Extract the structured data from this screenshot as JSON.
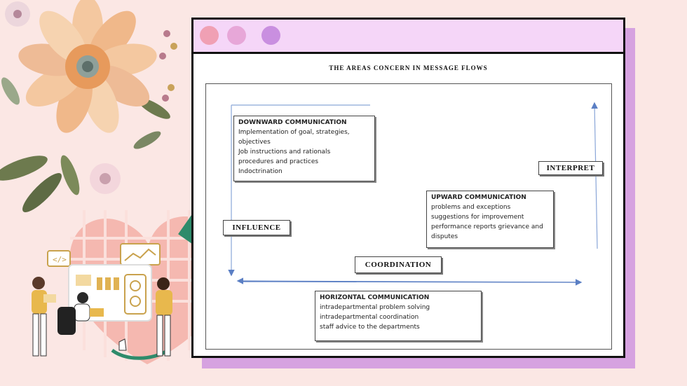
{
  "window": {
    "dots": [
      "#f0a0b4",
      "#e7a7d8",
      "#c98fe0"
    ]
  },
  "diagram": {
    "title": "THE AREAS CONCERN IN MESSAGE FLOWS",
    "downward": {
      "heading": "DOWNWARD COMMUNICATION",
      "lines": [
        "Implementation of goal, strategies,",
        "objectives",
        "Job instructions and rationals",
        "procedures and practices",
        "Indoctrination"
      ]
    },
    "upward": {
      "heading": "UPWARD COMMUNICATION",
      "lines": [
        "problems and exceptions",
        "suggestions for improvement",
        "performance reports grievance and",
        "disputes"
      ]
    },
    "horizontal": {
      "heading": "HORIZONTAL COMMUNICATION",
      "lines": [
        "intradepartmental problem solving",
        "intradepartmental coordination",
        "staff advice to the departments"
      ]
    },
    "labels": {
      "influence": "INFLUENCE",
      "interpret": "INTERPRET",
      "coordination": "COORDINATION"
    }
  },
  "colors": {
    "background": "#fbe7e4",
    "window_bar": "#f5d6f8",
    "window_shadow": "#d6a2e0",
    "arrow": "#5b7fc4",
    "heart": "#f5b8b0",
    "tape": "#2e8b6b"
  },
  "icons": [
    "flower-decoration",
    "heart-shape",
    "team-illustration",
    "code-icon",
    "chart-icon",
    "checklist-icon"
  ]
}
